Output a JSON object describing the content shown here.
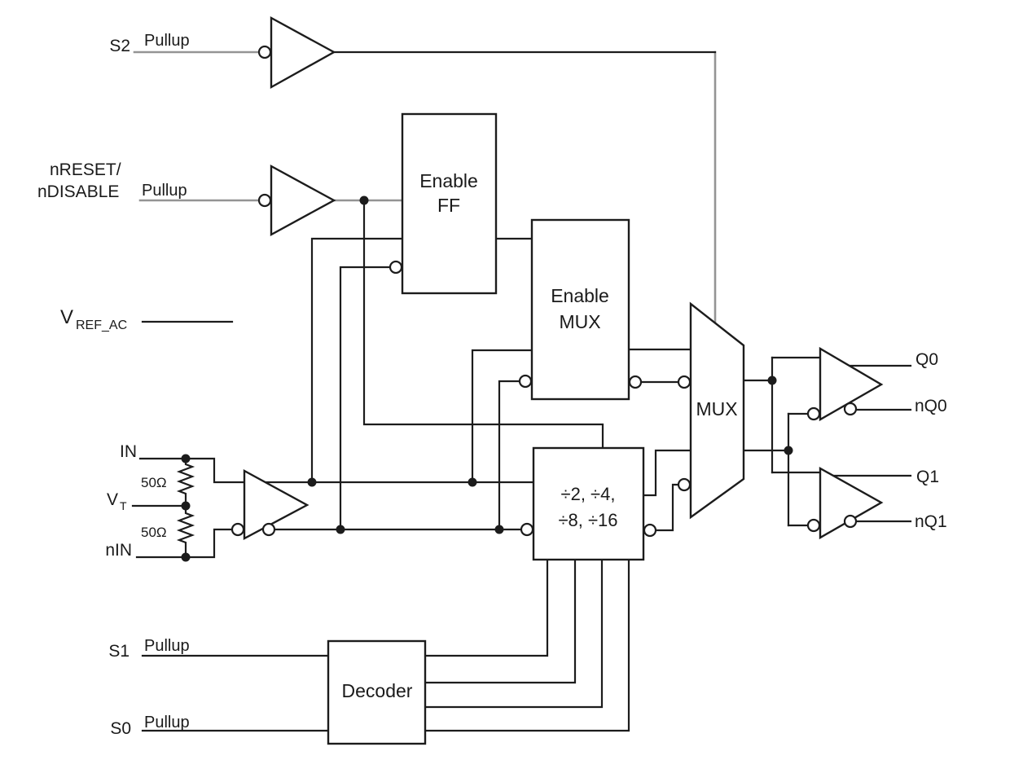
{
  "colors": {
    "wire": "#1c1c1c",
    "pullup_wire": "#949494",
    "background": "#ffffff"
  },
  "inputs": {
    "s2": {
      "label": "S2",
      "pullup": "Pullup"
    },
    "nreset": {
      "label_line1": "nRESET/",
      "label_line2": "nDISABLE",
      "pullup": "Pullup"
    },
    "vref": {
      "main": "V",
      "sub": "REF_AC"
    },
    "in": {
      "label": "IN"
    },
    "vt": {
      "main": "V",
      "sub": "T"
    },
    "nin": {
      "label": "nIN"
    },
    "s1": {
      "label": "S1",
      "pullup": "Pullup"
    },
    "s0": {
      "label": "S0",
      "pullup": "Pullup"
    }
  },
  "resistors": {
    "r_top": "50Ω",
    "r_bottom": "50Ω"
  },
  "blocks": {
    "enable_ff": {
      "line1": "Enable",
      "line2": "FF"
    },
    "enable_mux": {
      "line1": "Enable",
      "line2": "MUX"
    },
    "mux": {
      "label": "MUX"
    },
    "divider": {
      "line1": "÷2, ÷4,",
      "line2": "÷8, ÷16"
    },
    "decoder": {
      "label": "Decoder"
    }
  },
  "outputs": {
    "q0": "Q0",
    "nq0": "nQ0",
    "q1": "Q1",
    "nq1": "nQ1"
  }
}
